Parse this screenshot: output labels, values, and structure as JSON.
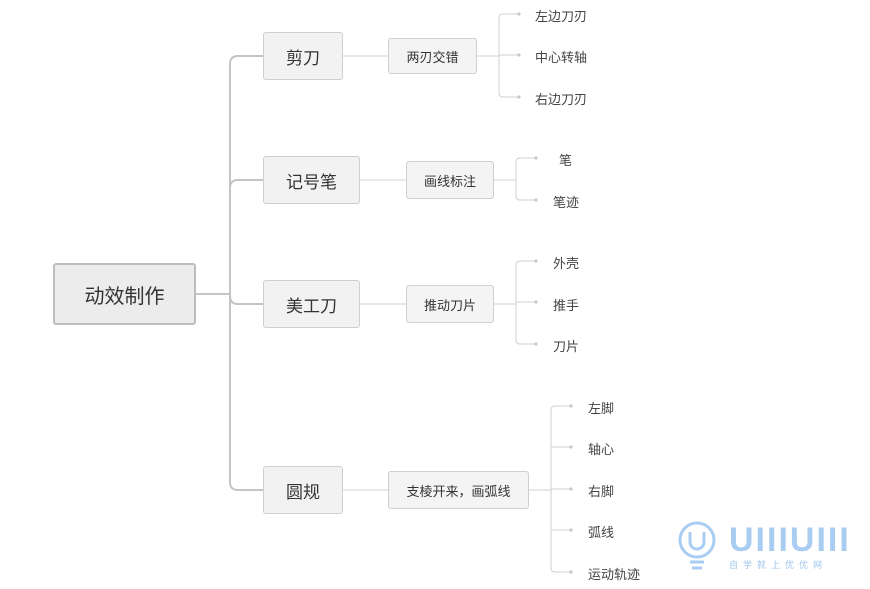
{
  "root": "动效制作",
  "branches": [
    {
      "name": "剪刀",
      "action": "两刃交错",
      "leaves": [
        "左边刀刃",
        "中心转轴",
        "右边刀刃"
      ]
    },
    {
      "name": "记号笔",
      "action": "画线标注",
      "leaves": [
        "笔",
        "笔迹"
      ]
    },
    {
      "name": "美工刀",
      "action": "推动刀片",
      "leaves": [
        "外壳",
        "推手",
        "刀片"
      ]
    },
    {
      "name": "圆规",
      "action": "支棱开来，画弧线",
      "leaves": [
        "左脚",
        "轴心",
        "右脚",
        "弧线",
        "运动轨迹"
      ]
    }
  ],
  "watermark": {
    "brand": "UIIIUIII",
    "tagline": "自学就上优优网",
    "color": "#a9cdf2"
  }
}
